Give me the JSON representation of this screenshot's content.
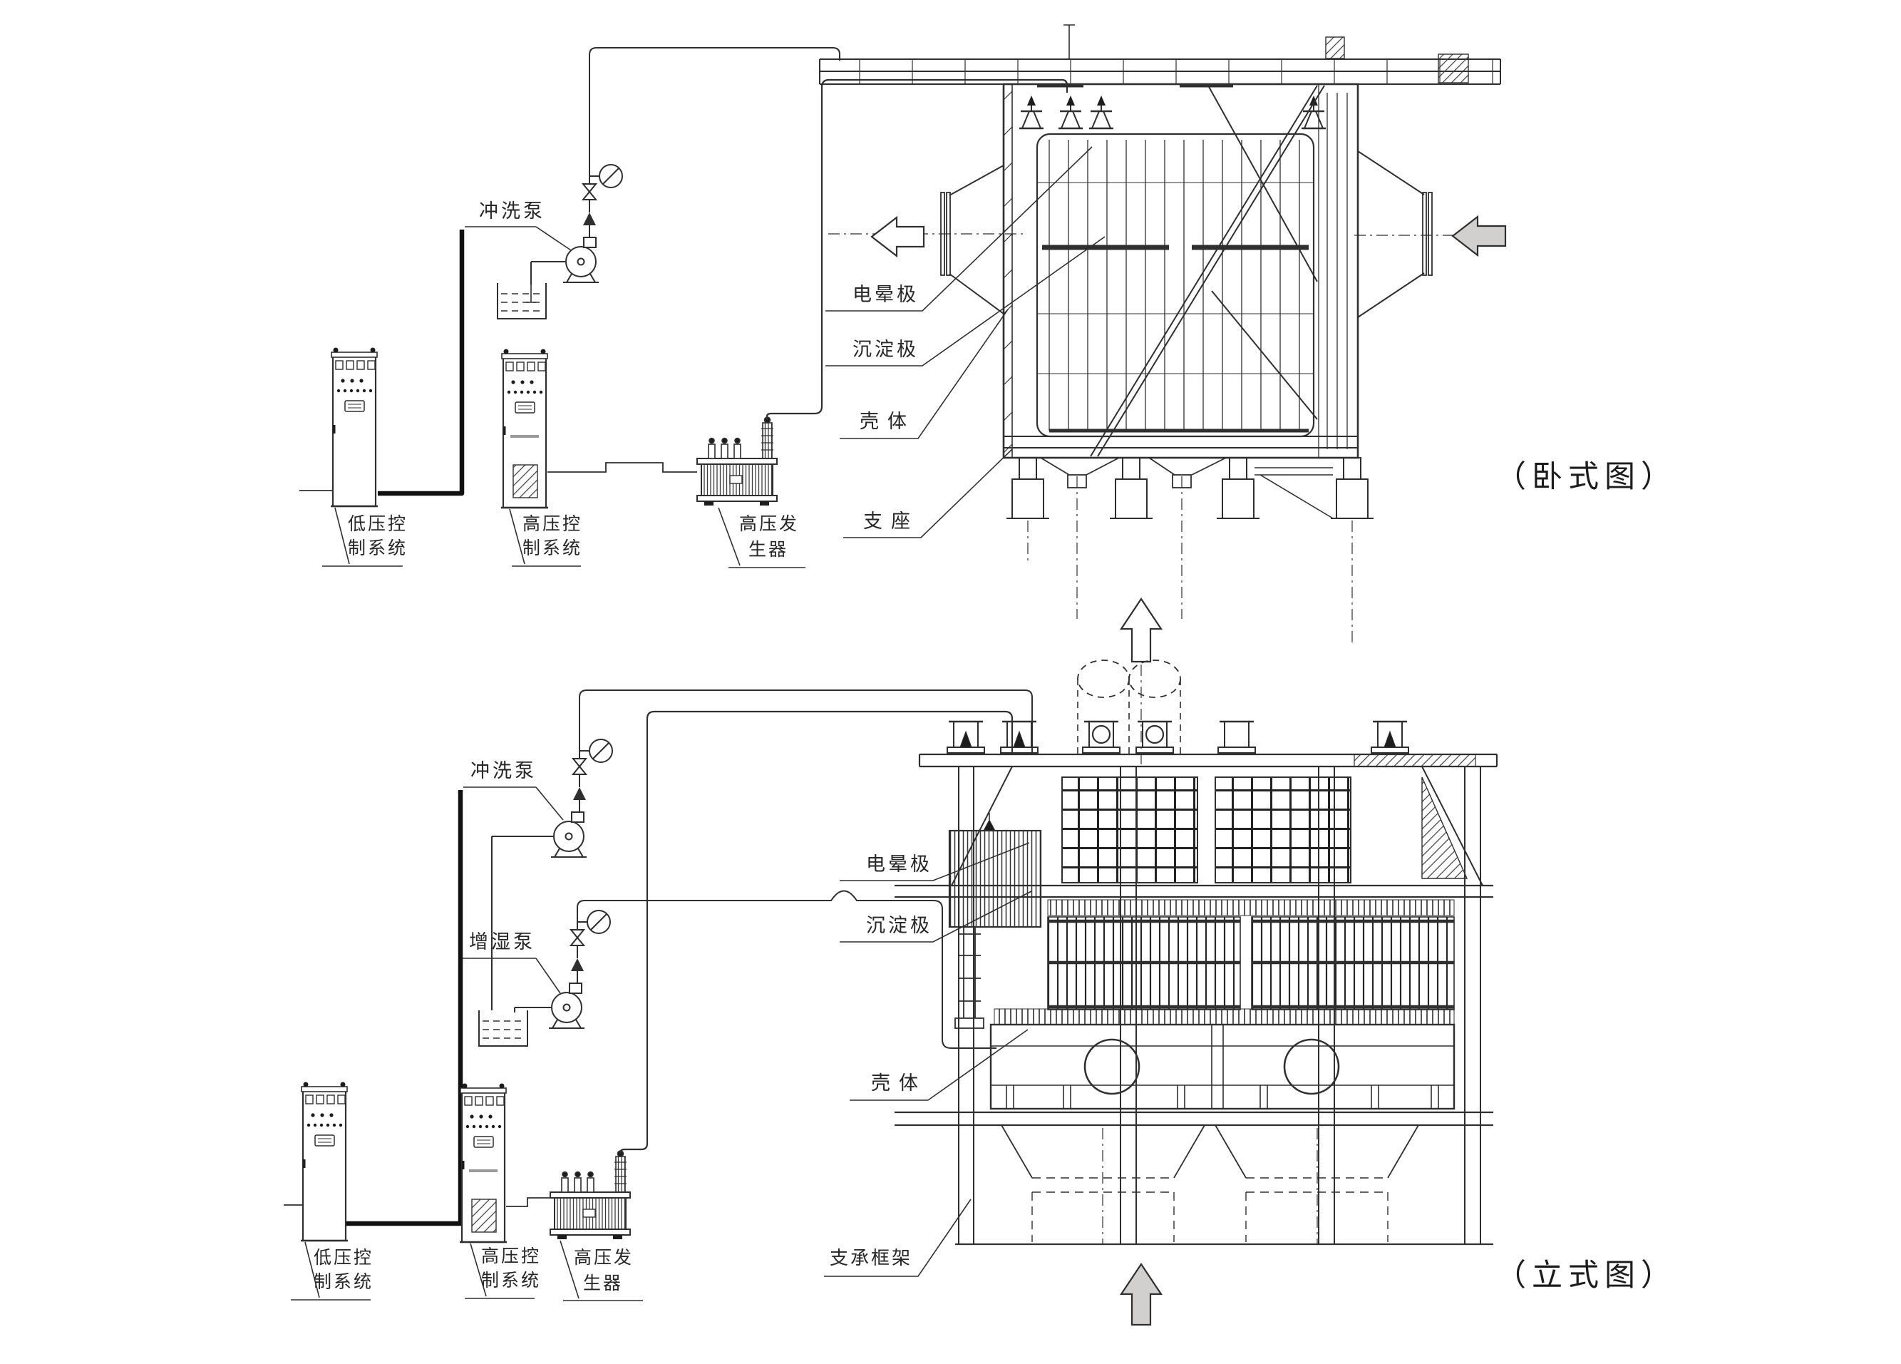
{
  "page": {
    "background": "#ffffff",
    "ink": "#2f2f2f",
    "stipple_fill": "#d2cfcf"
  },
  "top": {
    "caption": "（卧式图）",
    "labels": {
      "flush_pump": "冲洗泵",
      "corona": "电晕极",
      "collecting": "沉淀极",
      "shell": "壳体",
      "support": "支座",
      "lv1": "低压控",
      "lv2": "制系统",
      "hv1": "高压控",
      "hv2": "制系统",
      "gen1": "高压发",
      "gen2": "生器"
    }
  },
  "bottom": {
    "caption": "（立式图）",
    "labels": {
      "flush_pump": "冲洗泵",
      "humidify_pump": "增湿泵",
      "corona": "电晕极",
      "collecting": "沉淀极",
      "shell": "壳体",
      "support_frame": "支承框架",
      "lv1": "低压控",
      "lv2": "制系统",
      "hv1": "高压控",
      "hv2": "制系统",
      "gen1": "高压发",
      "gen2": "生器"
    }
  }
}
